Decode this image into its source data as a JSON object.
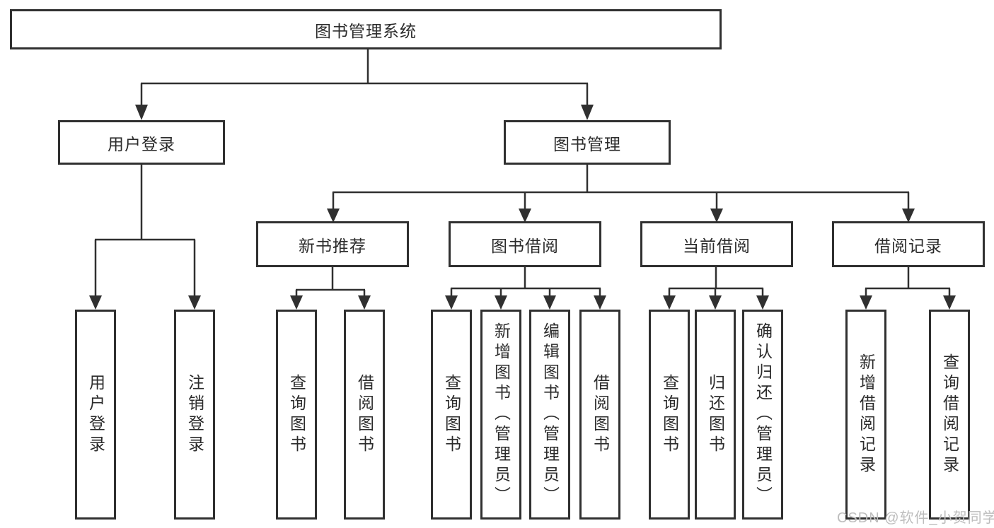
{
  "diagram": {
    "root": {
      "label": "图书管理系统"
    },
    "level2": [
      {
        "label": "用户登录"
      },
      {
        "label": "图书管理"
      }
    ],
    "level3": [
      {
        "label": "新书推荐"
      },
      {
        "label": "图书借阅"
      },
      {
        "label": "当前借阅"
      },
      {
        "label": "借阅记录"
      }
    ],
    "leaves": [
      {
        "label": "用户登录"
      },
      {
        "label": "注销登录"
      },
      {
        "label": "查询图书"
      },
      {
        "label": "借阅图书"
      },
      {
        "label": "查询图书"
      },
      {
        "label": "新增图书（管理员）"
      },
      {
        "label": "编辑图书（管理员）"
      },
      {
        "label": "借阅图书"
      },
      {
        "label": "查询图书"
      },
      {
        "label": "归还图书"
      },
      {
        "label": "确认归还（管理员）"
      },
      {
        "label": "新增借阅记录"
      },
      {
        "label": "查询借阅记录"
      }
    ]
  },
  "watermark": {
    "text": "CSDN @软件_小贺同学"
  },
  "colors": {
    "line": "#303030",
    "text": "#2b2b2b",
    "watermark": "#bdbdbd",
    "node_background": "#ffffff",
    "page_background": "#ffffff"
  }
}
